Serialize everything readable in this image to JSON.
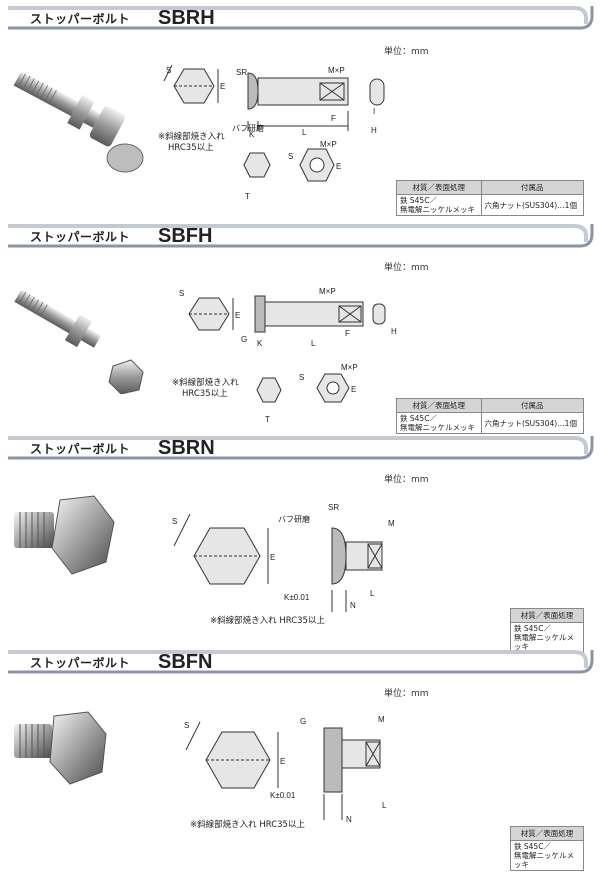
{
  "sections": [
    {
      "jp": "ストッパーボルト",
      "code": "SBRH",
      "unit": "単位：mm",
      "note1": "※斜線部焼き入れ",
      "note2": "HRC35以上",
      "labels": {
        "S": "S",
        "E": "E",
        "SR": "SR",
        "MxP": "M×P",
        "K": "K",
        "L": "L",
        "F": "F",
        "I": "I",
        "H": "H",
        "T": "T",
        "buff": "バフ研磨"
      },
      "table": {
        "col1": "材質／表面処理",
        "col2": "付属品",
        "mat1": "鉄 S45C／",
        "mat2": "無電解ニッケルメッキ",
        "acc": "六角ナット(SUS304)…1個"
      }
    },
    {
      "jp": "ストッパーボルト",
      "code": "SBFH",
      "unit": "単位：mm",
      "note1": "※斜線部焼き入れ",
      "note2": "HRC35以上",
      "labels": {
        "S": "S",
        "E": "E",
        "G": "G",
        "MxP": "M×P",
        "K": "K",
        "L": "L",
        "F": "F",
        "H": "H",
        "T": "T"
      },
      "table": {
        "col1": "材質／表面処理",
        "col2": "付属品",
        "mat1": "鉄 S45C／",
        "mat2": "無電解ニッケルメッキ",
        "acc": "六角ナット(SUS304)…1個"
      }
    },
    {
      "jp": "ストッパーボルト",
      "code": "SBRN",
      "unit": "単位：mm",
      "note": "※斜線部焼き入れ HRC35以上",
      "labels": {
        "S": "S",
        "E": "E",
        "SR": "SR",
        "M": "M",
        "K": "K±0.01",
        "L": "L",
        "N": "N",
        "buff": "バフ研磨"
      },
      "table": {
        "col1": "材質／表面処理",
        "mat1": "鉄 S45C／",
        "mat2": "無電解ニッケルメッキ"
      }
    },
    {
      "jp": "ストッパーボルト",
      "code": "SBFN",
      "unit": "単位：mm",
      "note": "※斜線部焼き入れ HRC35以上",
      "labels": {
        "S": "S",
        "E": "E",
        "G": "G",
        "M": "M",
        "K": "K±0.01",
        "L": "L",
        "N": "N"
      },
      "table": {
        "col1": "材質／表面処理",
        "mat1": "鉄 S45C／",
        "mat2": "無電解ニッケルメッキ"
      }
    }
  ]
}
